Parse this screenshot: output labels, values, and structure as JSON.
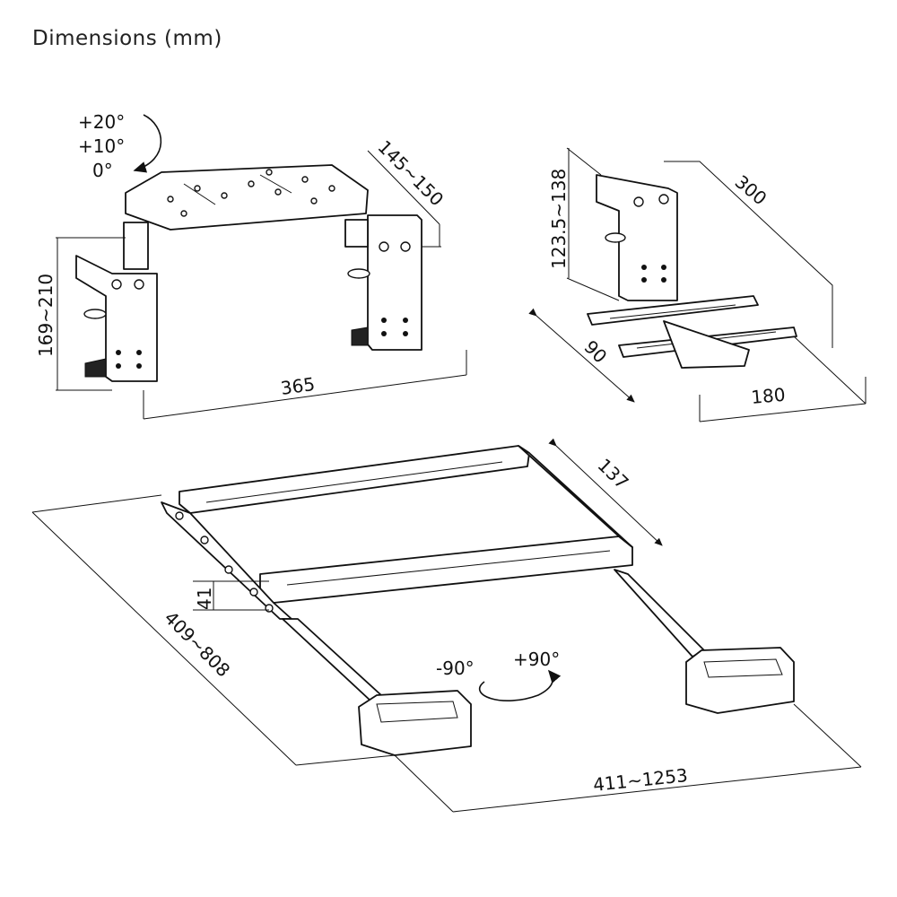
{
  "title": "Dimensions (mm)",
  "top_left": {
    "tilt_labels": [
      "+20°",
      "+10°",
      "0°"
    ],
    "depth": "145~150",
    "height": "169~210",
    "width": "365"
  },
  "top_right": {
    "height": "123.5~138",
    "length": "300",
    "depth": "90",
    "width": "180"
  },
  "bottom": {
    "frame_depth": "137",
    "rail_height": "41",
    "spread_depth": "409~808",
    "rotate_neg": "-90°",
    "rotate_pos": "+90°",
    "spread_width": "411~1253"
  }
}
